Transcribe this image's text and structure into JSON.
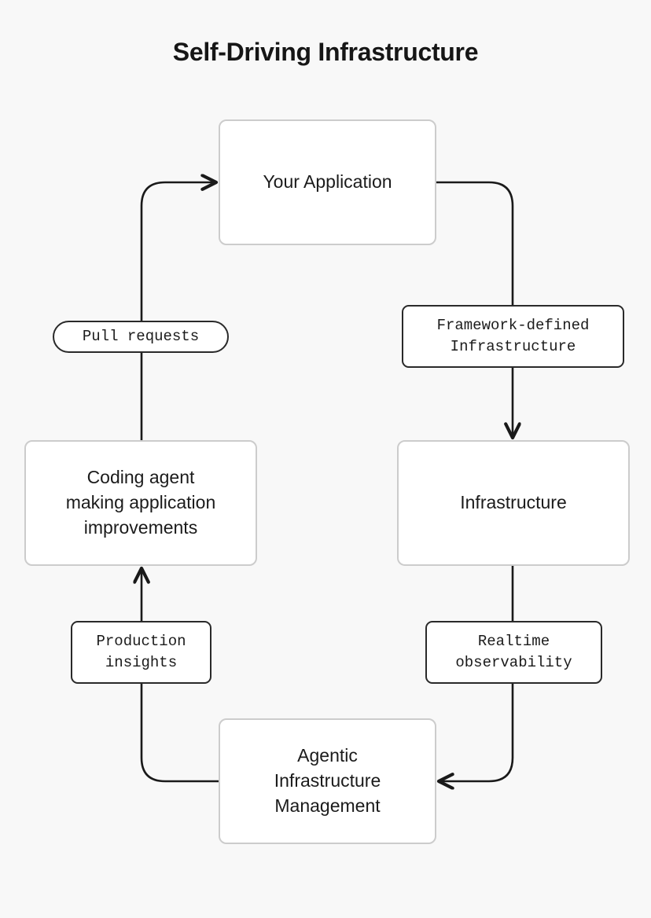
{
  "page": {
    "title": "Self-Driving Infrastructure",
    "background_color": "#f8f8f8",
    "node_border_color": "#cccccc",
    "node_fill_color": "#ffffff",
    "edge_color": "#1a1a1a",
    "label_border_color": "#2a2a2a",
    "text_color": "#1b1b1b"
  },
  "diagram": {
    "type": "flowchart-cycle",
    "nodes": [
      {
        "id": "your-application",
        "label": "Your Application"
      },
      {
        "id": "infrastructure",
        "label": "Infrastructure"
      },
      {
        "id": "agentic-management",
        "label": "Agentic\nInfrastructure\nManagement"
      },
      {
        "id": "coding-agent",
        "label": "Coding agent\nmaking application\nimprovements"
      }
    ],
    "edges": [
      {
        "id": "app-to-infra",
        "from": "your-application",
        "to": "infrastructure",
        "label": "Framework-defined\nInfrastructure"
      },
      {
        "id": "infra-to-agentic",
        "from": "infrastructure",
        "to": "agentic-management",
        "label": "Realtime\nobservability"
      },
      {
        "id": "agentic-to-coding",
        "from": "agentic-management",
        "to": "coding-agent",
        "label": "Production\ninsights"
      },
      {
        "id": "coding-to-app",
        "from": "coding-agent",
        "to": "your-application",
        "label": "Pull requests"
      }
    ]
  }
}
